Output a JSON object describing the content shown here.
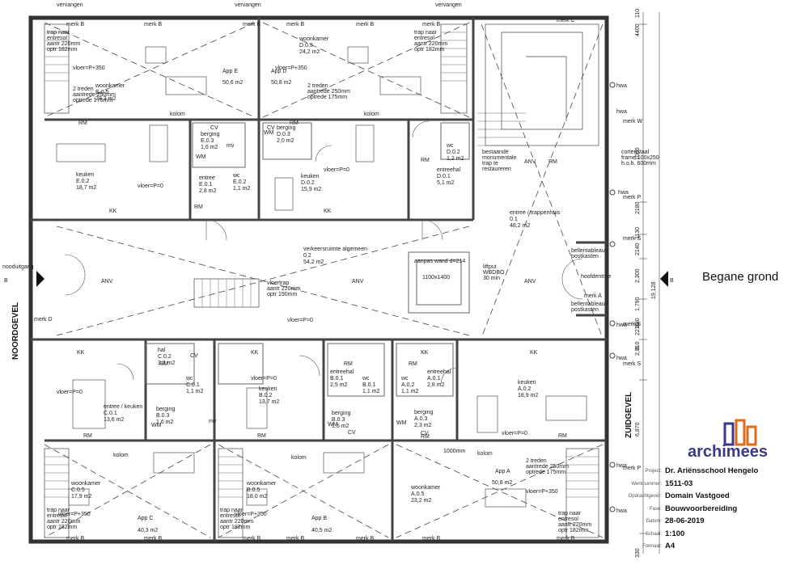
{
  "drawing": {
    "title": "Begane grond",
    "section_marks": [
      "B",
      "B"
    ],
    "facades": {
      "north": "NOORDGEVEL",
      "south": "ZUIDGEVEL"
    },
    "notes": {
      "emergency_exit": "nooduitgang",
      "replace": "vervangen",
      "main_entrance": "hoofdentree"
    }
  },
  "apartments": [
    {
      "name": "App E",
      "area": "50,6 m2"
    },
    {
      "name": "App D",
      "area": "50,8 m2"
    },
    {
      "name": "App C",
      "area": "40,3 m2"
    },
    {
      "name": "App B",
      "area": "40,5 m2"
    },
    {
      "name": "App A",
      "area": "50,8 m2"
    }
  ],
  "rooms": {
    "woonkamer_e": [
      "woonkamer",
      "E.0.5",
      "23,3 m2"
    ],
    "woonkamer_d": [
      "woonkamer",
      "D.0.5",
      "24,2 m2"
    ],
    "keuken_e": [
      "keuken",
      "E.0.2",
      "18,7 m2"
    ],
    "keuken_d": [
      "keuken",
      "D.0.2",
      "15,9 m2"
    ],
    "berging_e": [
      "berging",
      "E.0.3",
      "1,6 m2"
    ],
    "berging_d": [
      "berging",
      "D.0.3",
      "2,0 m2"
    ],
    "entree_e": [
      "entree",
      "E.0.1",
      "2,8 m2"
    ],
    "wc_e": [
      "wc",
      "E.0.2",
      "1,1 m2"
    ],
    "wc_d": [
      "wc",
      "D.0.2",
      "1,2 m2"
    ],
    "entreehal_d": [
      "entreehal",
      "D.0.1",
      "5,1 m2"
    ],
    "trappenhuis": [
      "entree / trappenhuis",
      "0.1",
      "48,2 m2"
    ],
    "verkeer": [
      "verkeersruimte algemeen",
      "0.2",
      "54,2 m2"
    ],
    "hal_c": [
      "hal",
      "C.0.2",
      "3,3 m2"
    ],
    "entree_keuken_c": [
      "entree / keuken",
      "C.0.1",
      "13,6 m2"
    ],
    "berging_c": [
      "berging",
      "B.0.3",
      "1,6 m2"
    ],
    "keuken_b": [
      "keuken",
      "B.0.2",
      "13,7 m2"
    ],
    "entreehal_b": [
      "entreehal",
      "B.0.1",
      "2,5 m2"
    ],
    "berging_b": [
      "berging",
      "B.0.3",
      "1,6 m2"
    ],
    "entreehal_a": [
      "entreehal",
      "A.0.1",
      "2,8 m2"
    ],
    "berging_a": [
      "berging",
      "A.0.3",
      "2,3 m2"
    ],
    "keuken_a": [
      "keuken",
      "A.0.2",
      "18,9 m2"
    ],
    "woonkamer_c": [
      "woonkamer",
      "C.0.5",
      "17,9 m2"
    ],
    "woonkamer_b": [
      "woonkamer",
      "B.0.5",
      "18,0 m2"
    ],
    "woonkamer_a": [
      "woonkamer",
      "A.0.5",
      "23,2 m2"
    ],
    "wc_c": [
      "wc",
      "C.0.1",
      "1,1 m2"
    ],
    "wc_b": [
      "wc",
      "B.0.1",
      "1,1 m2"
    ],
    "wc_a": [
      "wc",
      "A.0.2",
      "1,1 m2"
    ]
  },
  "annotations": {
    "floor_350": "vloer=P+350",
    "floor_0": "vloer=P=0",
    "stair_top": [
      "trap naar",
      "entresol",
      "aantr 220mm",
      "optr 182mm"
    ],
    "steps": [
      "2 treden",
      "aantrede 250mm",
      "optrede 175mm"
    ],
    "stair_mid": [
      "vloertrap",
      "aantr 220mm",
      "optr 190mm"
    ],
    "existing_stair": [
      "bestaande",
      "monumentale",
      "trap te",
      "restaureren"
    ],
    "lift": [
      "liftput",
      "WBDBO",
      "30 min"
    ],
    "lift_size": "1100x1400",
    "lift_wall": "aanpas wand d=214",
    "mailboxes": [
      "bellentableau /",
      "postkasten"
    ],
    "steel_frame": [
      "cortenstaal",
      "frame 100x250",
      "h.o.h. 600mm"
    ],
    "kolom": "kolom",
    "kk": "KK",
    "rm": "RM",
    "anv": "ANV",
    "hwa": "hwa",
    "wm": "WM",
    "cv": "CV",
    "mv": "mv",
    "width_1000": "1000mm"
  },
  "merk_labels": [
    "merk A",
    "merk B",
    "merk C",
    "merk D",
    "merk P",
    "merk S",
    "merk W"
  ],
  "dimensions": [
    "110",
    "4400",
    "2180",
    "1130",
    "2140",
    "2,300",
    "1,790",
    "880",
    "2,810",
    "6,870",
    "330",
    "19,128",
    "1000",
    "2210",
    "3"
  ],
  "title_block": {
    "brand": "archimees",
    "rows": [
      {
        "label": "Project:",
        "value": "Dr. Ariënsschool Hengelo"
      },
      {
        "label": "Werknummer:",
        "value": "1511-03"
      },
      {
        "label": "Opdrachtgever:",
        "value": "Domain Vastgoed"
      },
      {
        "label": "Fase:",
        "value": "Bouwvoorbereiding"
      },
      {
        "label": "Datum:",
        "value": "28-06-2019"
      },
      {
        "label": "Schaal:",
        "value": "1:100"
      },
      {
        "label": "Formaat:",
        "value": "A4"
      }
    ],
    "colors": {
      "brand_blue": "#3a3a8c",
      "brand_orange": "#e06a1a"
    }
  }
}
